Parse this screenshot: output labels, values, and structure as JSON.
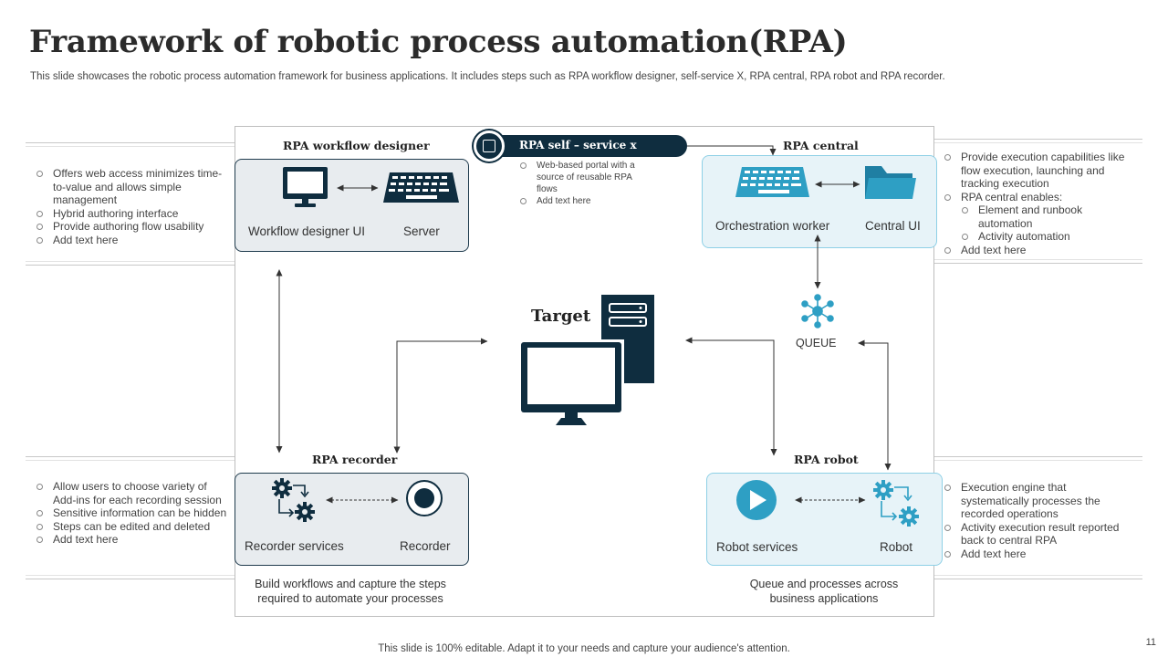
{
  "slide": {
    "title": "Framework of robotic process automation(RPA)",
    "subtitle": "This slide showcases the robotic process automation framework for business applications. It includes steps such as RPA workflow designer, self-service X, RPA central, RPA robot and RPA recorder.",
    "footer": "This slide is 100% editable. Adapt it to your needs and capture your audience's attention.",
    "page_number": "11"
  },
  "colors": {
    "navy": "#0f2d3f",
    "teal": "#2e9fc4",
    "light_box": "#e7f3f8",
    "dark_box": "#e8ecef"
  },
  "workflow_designer": {
    "heading": "RPA workflow designer",
    "left_label": "Workflow designer UI",
    "right_label": "Server",
    "icons": [
      "monitor-icon",
      "keyboard-icon"
    ],
    "bullets": [
      "Offers web access minimizes time-to-value and allows simple management",
      "Hybrid authoring interface",
      "Provide authoring flow usability",
      "Add text here"
    ]
  },
  "self_service": {
    "heading": "RPA self – service x",
    "bullets": [
      "Web-based portal with a source of reusable RPA flows",
      "Add text here"
    ]
  },
  "rpa_central": {
    "heading": "RPA central",
    "left_label": "Orchestration worker",
    "right_label": "Central UI",
    "icons": [
      "keyboard-icon",
      "folder-icon"
    ],
    "bullets": [
      "Provide execution capabilities like flow execution, launching and tracking execution",
      "RPA central enables:"
    ],
    "sub_bullets": [
      "Element and runbook automation",
      "Activity  automation"
    ],
    "last_bullet": "Add text here"
  },
  "target": {
    "label": "Target",
    "icons": [
      "monitor-icon",
      "server-icon"
    ]
  },
  "queue": {
    "label": "QUEUE",
    "icon": "network-icon"
  },
  "rpa_recorder": {
    "heading": "RPA recorder",
    "left_label": "Recorder services",
    "right_label": "Recorder",
    "icons": [
      "gears-icon",
      "record-icon"
    ],
    "caption": "Build workflows  and capture the steps required to automate  your processes",
    "bullets": [
      "Allow users to choose variety of Add-ins for each recording session",
      "Sensitive information can be hidden",
      "Steps can be edited and deleted",
      "Add text here"
    ]
  },
  "rpa_robot": {
    "heading": "RPA robot",
    "left_label": "Robot services",
    "right_label": "Robot",
    "icons": [
      "play-icon",
      "gears-icon"
    ],
    "caption": "Queue and processes across business applications",
    "bullets": [
      "Execution engine that systematically processes the recorded operations",
      "Activity  execution result reported back to central RPA",
      "Add text here"
    ]
  }
}
